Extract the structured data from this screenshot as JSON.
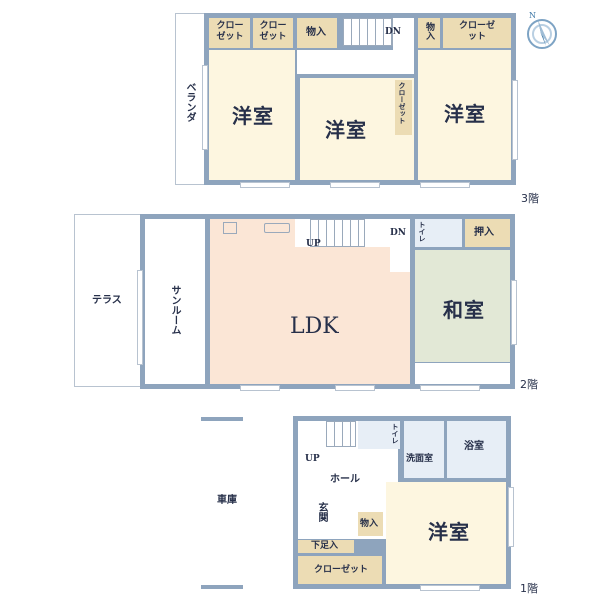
{
  "floors": {
    "third": {
      "label": "3階",
      "rooms": {
        "western_left": "洋室",
        "western_center": "洋室",
        "western_right": "洋室",
        "veranda": "ベランダ",
        "closet_1": "クローゼット",
        "closet_2": "クローゼット",
        "storage_center": "物入",
        "storage_right": "物入",
        "closet_right": "クローゼット",
        "closet_center_vertical": "クローゼット"
      },
      "stairs_label": "DN"
    },
    "second": {
      "label": "2階",
      "rooms": {
        "ldk": "LDK",
        "washitsu": "和室",
        "oshiire": "押入",
        "toilet": "トイレ",
        "sunroom": "サンルーム",
        "terrace": "テラス"
      },
      "stairs_up": "UP",
      "stairs_down": "DN"
    },
    "first": {
      "label": "1階",
      "rooms": {
        "western": "洋室",
        "bath": "浴室",
        "washroom": "洗面室",
        "toilet": "トイレ",
        "hall": "ホール",
        "entrance": "玄関",
        "shoe_storage": "下足入",
        "storage": "物入",
        "closet": "クローゼット",
        "garage": "車庫"
      },
      "stairs_up": "UP"
    }
  },
  "compass": {
    "north_label": "N",
    "icon": "compass-icon"
  },
  "colors": {
    "wall": "#8ea4bd",
    "western_room": "#fdf6e0",
    "ldk": "#fbe6d6",
    "washitsu": "#e2e8d6",
    "wet_area": "#e7eef6",
    "closet": "#ecdcb4",
    "text": "#27304a"
  }
}
